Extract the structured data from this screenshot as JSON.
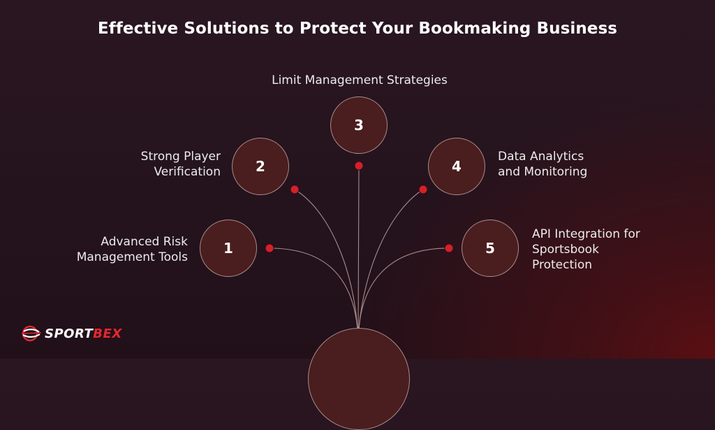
{
  "title": "Effective Solutions to Protect Your Bookmaking Business",
  "colors": {
    "accent": "#d4202a",
    "node_fill": "#4a1d1e",
    "node_border": "#a98b8b"
  },
  "nodes": [
    {
      "number": "1",
      "label_lines": [
        "Advanced Risk",
        "Management Tools"
      ]
    },
    {
      "number": "2",
      "label_lines": [
        "Strong Player",
        "Verification"
      ]
    },
    {
      "number": "3",
      "label_lines": [
        "Limit Management Strategies"
      ]
    },
    {
      "number": "4",
      "label_lines": [
        "Data Analytics",
        "and Monitoring"
      ]
    },
    {
      "number": "5",
      "label_lines": [
        "API Integration for",
        "Sportsbook",
        "Protection"
      ]
    }
  ],
  "logo": {
    "icon": "sportbex-ball-icon",
    "text_part1": "SPORT",
    "text_part2": "BEX"
  }
}
